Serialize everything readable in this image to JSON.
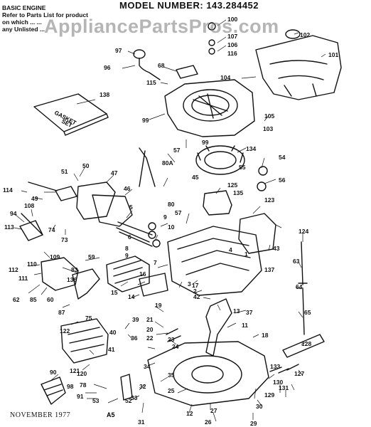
{
  "header": {
    "model_label": "MODEL NUMBER:",
    "model_number": "143.284452"
  },
  "note": {
    "heading": "BASIC ENGINE",
    "line1": "Refer to Parts List for product",
    "line2": "on which ... ...",
    "line3": "any Unlisted ..."
  },
  "watermark": "AppliancePartsPros.com",
  "footer": {
    "date": "NOVEMBER 1977",
    "code": "A5"
  },
  "gasket_set": {
    "line1": "GASKET",
    "line2": "SET"
  },
  "part_labels": [
    "100",
    "107",
    "106",
    "116",
    "102",
    "101",
    "97",
    "96",
    "68",
    "115",
    "104",
    "138",
    "99",
    "105",
    "103",
    "57",
    "134",
    "54",
    "56",
    "99",
    "80A",
    "50",
    "51",
    "47",
    "46",
    "114",
    "49",
    "108",
    "55",
    "45",
    "125",
    "135",
    "80",
    "123",
    "5",
    "9",
    "57",
    "10",
    "94",
    "113",
    "74",
    "73",
    "6",
    "8",
    "9",
    "124",
    "109",
    "59",
    "112",
    "110",
    "111",
    "83",
    "136",
    "63",
    "137",
    "43",
    "7",
    "3",
    "4",
    "62",
    "85",
    "60",
    "87",
    "15",
    "16",
    "14",
    "2",
    "17",
    "42",
    "64",
    "1",
    "37",
    "75",
    "122",
    "40",
    "36",
    "39",
    "19",
    "21",
    "20",
    "22",
    "23",
    "11",
    "13",
    "18",
    "65",
    "128",
    "121",
    "120",
    "41",
    "24",
    "90",
    "78",
    "98",
    "91",
    "53",
    "52",
    "32",
    "33",
    "34",
    "35",
    "25",
    "12",
    "133",
    "131",
    "130",
    "129",
    "127",
    "30",
    "29",
    "31",
    "26",
    "27"
  ]
}
